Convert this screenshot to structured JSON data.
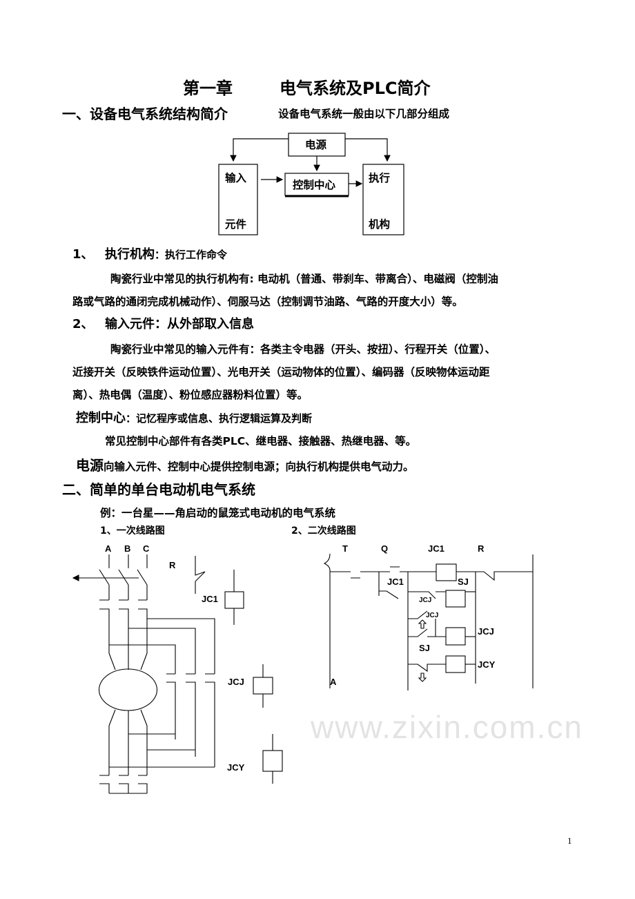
{
  "watermark": "www.zixin.com.cn",
  "title": {
    "chapter": "第一章",
    "name": "电气系统及PLC简介"
  },
  "section1": {
    "heading": "一、设备电气系统结构简介",
    "subtitle": "设备电气系统一般由以下几部分组成",
    "block_diagram": {
      "power": "电源",
      "input_top": "输入",
      "input_bottom": "元件",
      "control": "控制中心",
      "actuator_top": "执行",
      "actuator_bottom": "机构"
    },
    "item1": {
      "num": "1、",
      "head": "执行机构",
      "desc": "：执行工作命令",
      "line1": "陶瓷行业中常见的执行机构有: 电动机（普通、带刹车、带离合）、电磁阀（控制油",
      "line2": "路或气路的通闭完成机械动作）、伺服马达（控制调节油路、气路的开度大小）等。"
    },
    "item2": {
      "num": "2、",
      "head": "输入元件：从外部取入信息",
      "line1": "陶瓷行业中常见的输入元件有：各类主令电器（开头、按扭）、行程开关（位置）、",
      "line2": "近接开关（反映铁件运动位置）、光电开关（运动物体的位置）、编码器（反映物体运动距",
      "line3": "离）、热电偶（温度）、粉位感应器粉料位置）等。"
    },
    "item3": {
      "head": "控制中心",
      "desc": "：记忆程序或信息、执行逻辑运算及判断",
      "line1": "常见控制中心部件有各类PLC、继电器、接触器、热继电器、等。"
    },
    "item4": {
      "head": "电源",
      "desc": "向输入元件、控制中心提供控制电源；向执行机构提供电气动力。"
    }
  },
  "section2": {
    "heading": "二、简单的单台电动机电气系统",
    "example": "例：一台星——角启动的鼠笼式电动机的电气系统",
    "primary": {
      "caption": "1、一次线路图",
      "A": "A",
      "B": "B",
      "C": "C",
      "R": "R",
      "JC1": "JC1",
      "JCJ": "JCJ",
      "JCY": "JCY"
    },
    "secondary": {
      "caption": "2、二次线路图",
      "T": "T",
      "Q": "Q",
      "JC1": "JC1",
      "R": "R",
      "JC1_contact": "JC1",
      "SJ": "SJ",
      "JCJ_small1": "JCJ",
      "JCJ_small2": "JCJ",
      "JCJ": "JCJ",
      "SJ_contact": "SJ",
      "JCY": "JCY",
      "A": "A"
    }
  },
  "page_number": "1"
}
